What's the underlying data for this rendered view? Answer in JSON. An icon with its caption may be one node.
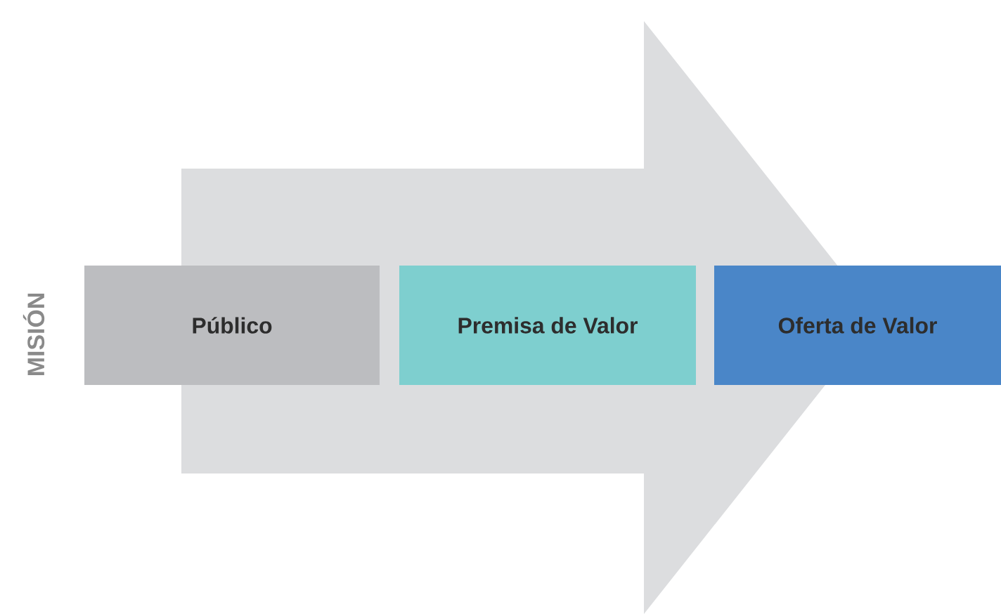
{
  "diagram": {
    "nodes": [
      {
        "text": [
          "Público"
        ]
      },
      {
        "text": [
          "Premisa de Valor"
        ]
      },
      {
        "text": [
          "Oferta de Valor"
        ]
      }
    ],
    "edges": [
      {
        "from": 0,
        "to": 2,
        "arrow": "to"
      }
    ],
    "labels": [
      "MISIÓN"
    ]
  }
}
